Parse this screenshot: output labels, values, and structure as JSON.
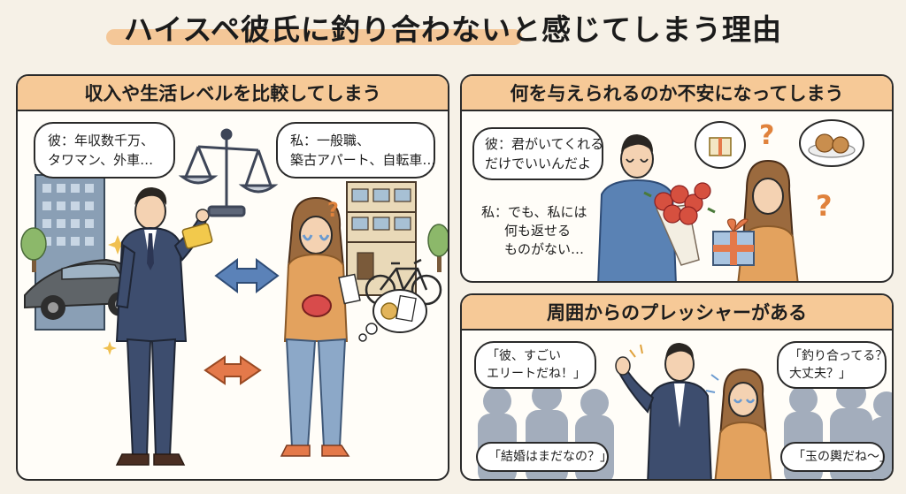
{
  "title": "ハイスペ彼氏に釣り合わないと感じてしまう理由",
  "panels": {
    "compare": {
      "heading": "収入や生活レベルを比較してしまう",
      "him_lines": [
        "彼：年収数千万、",
        "タワマン、外車…"
      ],
      "me_lines": [
        "私：一般職、",
        "築古アパート、自転車…"
      ]
    },
    "anxiety": {
      "heading": "何を与えられるのか不安になってしまう",
      "him_lines": [
        "彼：君がいてくれる",
        "だけでいいんだよ"
      ],
      "me_lines": [
        "私：でも、私には",
        "何も返せる",
        "ものがない…"
      ],
      "question_mark": "?"
    },
    "pressure": {
      "heading": "周囲からのプレッシャーがある",
      "bubble_elite": [
        "「彼、すごい",
        "エリートだね！」"
      ],
      "bubble_match": [
        "「釣り合ってる？",
        "大丈夫？」"
      ],
      "bubble_marriage": [
        "「結婚はまだなの？」"
      ],
      "bubble_tama": [
        "「玉の輿だね〜」"
      ]
    }
  },
  "colors": {
    "background": "#f6f1e7",
    "heading_bg": "#f6c997",
    "accent_orange": "#e0823c",
    "arrow_blue": "#5b82b8",
    "arrow_orange": "#e4794a"
  }
}
